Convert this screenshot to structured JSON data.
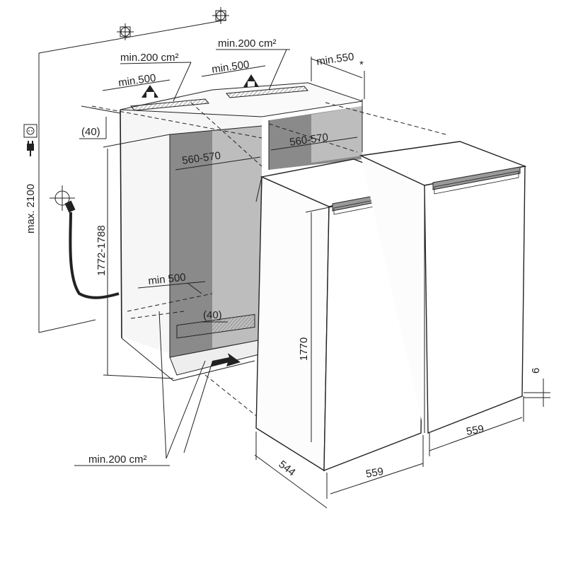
{
  "labels": {
    "max_height": "max. 2100",
    "niche_height": "1772-1788",
    "vent_top_left": "min.200 cm²",
    "vent_top_right": "min.200 cm²",
    "min500_top_left": "min.500",
    "min500_top_right": "min.500",
    "min550_depth": "min.550",
    "asterisk": "*",
    "width_left": "560-570",
    "width_right": "560-570",
    "offset_top": "(40)",
    "offset_bottom": "(40)",
    "min500_bottom": "min 500",
    "vent_bottom": "min.200 cm²",
    "appliance_height": "1770",
    "depth": "544",
    "width_front": "559",
    "width_back": "559",
    "gap": "6"
  },
  "icons": {
    "socket": "socket-icon",
    "plug": "plug-icon",
    "water_connection": "water-connection-icon"
  },
  "colors": {
    "line": "#222222",
    "cavity": "#8a8a8a",
    "cavity_light": "#bdbdbd",
    "cabinet_side": "#f1f1f1",
    "handle": "#9a9a9a"
  }
}
